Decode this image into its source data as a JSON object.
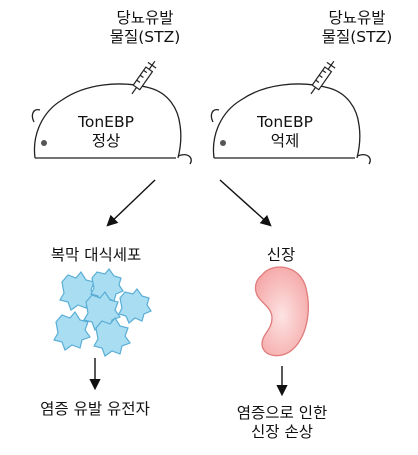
{
  "left_panel": {
    "injection_label": [
      "당뇨유발",
      "물질(STZ)"
    ],
    "mouse_label": [
      "TonEBP",
      "정상"
    ],
    "target_label": "복막 대식세포",
    "result_label": [
      "염증 유발 유전자"
    ]
  },
  "right_panel": {
    "injection_label": [
      "당뇨유발",
      "물질(STZ)"
    ],
    "mouse_label": [
      "TonEBP",
      "억제"
    ],
    "target_label": "신장",
    "result_label": [
      "염증으로 인한",
      "신장 손상"
    ]
  },
  "colors": {
    "cell_fill": "#a9ddf2",
    "cell_stroke": "#5aaed6",
    "kidney_fill": "#f6a9a9",
    "kidney_stroke": "#e07c7c",
    "line": "#222222"
  }
}
